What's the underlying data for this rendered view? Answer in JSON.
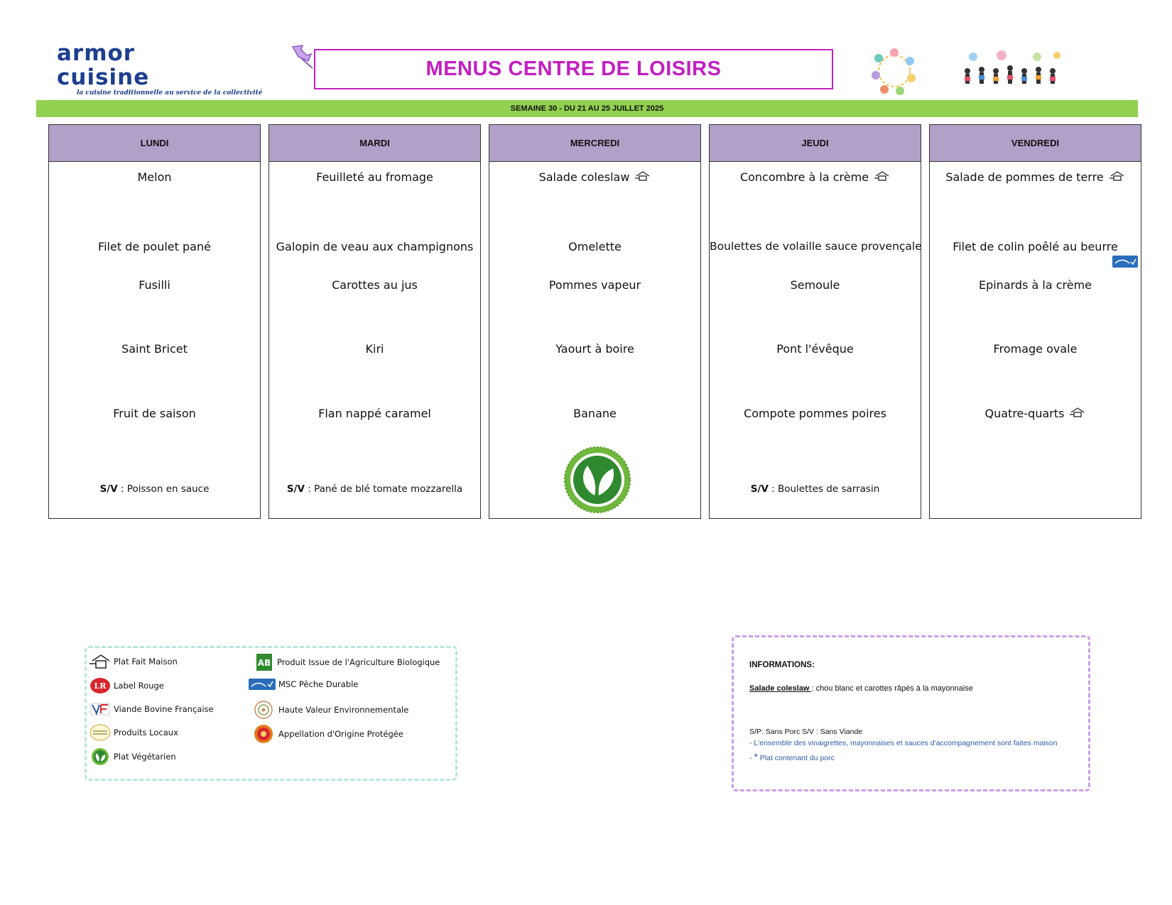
{
  "header": {
    "logo_name": "armor cuisine",
    "logo_tagline": "la cuisine traditionnelle au service de la collectivité",
    "title": "MENUS CENTRE DE LOISIRS",
    "week": "SEMAINE 30  - DU 21 AU 25 JUILLET 2025"
  },
  "colors": {
    "title_magenta": "#c21fc1",
    "week_bar_green": "#92d050",
    "day_header_purple": "#b1a0c7",
    "logo_blue": "#1e3f8e",
    "legend_border": "#b6e7dc",
    "info_border": "#cc9de6"
  },
  "days": [
    {
      "name": "LUNDI",
      "starter": "Melon",
      "main": "Filet de poulet pané",
      "side": "Fusilli",
      "cheese": "Saint Bricet",
      "dessert": "Fruit de saison",
      "alt_label": "S/V",
      "alt_text": " : Poisson en sauce"
    },
    {
      "name": "MARDI",
      "starter": "Feuilleté au fromage",
      "main": "Galopin de veau aux champignons",
      "side": "Carottes au jus",
      "cheese": "Kiri",
      "dessert": "Flan nappé caramel",
      "alt_label": "S/V",
      "alt_text": " : Pané de blé tomate mozzarella"
    },
    {
      "name": "MERCREDI",
      "starter": "Salade coleslaw",
      "main": "Omelette",
      "side": "Pommes vapeur",
      "cheese": "Yaourt à boire",
      "dessert": "Banane",
      "icon": "vegetarian-seal-icon"
    },
    {
      "name": "JEUDI",
      "starter": "Concombre à la crème",
      "main": "Boulettes de volaille sauce provençale",
      "side": "Semoule",
      "cheese": "Pont l'évêque",
      "dessert": "Compote pommes poires",
      "alt_label": "S/V",
      "alt_text": " : Boulettes de sarrasin"
    },
    {
      "name": "VENDREDI",
      "starter": "Salade de pommes de terre",
      "main": "Filet de colin poêlé au beurre",
      "side": "Epinards à la crème",
      "cheese": "Fromage ovale",
      "dessert": "Quatre-quarts",
      "icon": "msc-badge-icon"
    }
  ],
  "legend": {
    "items": [
      {
        "label": "Plat Fait Maison",
        "icon": "homemade-icon"
      },
      {
        "label": "Label Rouge",
        "icon": "label-rouge-icon"
      },
      {
        "label": "Viande Bovine Française",
        "icon": "vbf-icon"
      },
      {
        "label": "Produits Locaux",
        "icon": "local-products-icon"
      },
      {
        "label": "Plat Végétarien",
        "icon": "vegetarian-icon"
      },
      {
        "label": "Produit Issue de l'Agriculture Biologique",
        "icon": "organic-ab-icon"
      },
      {
        "label": "MSC Pêche Durable",
        "icon": "msc-icon"
      },
      {
        "label": "Haute Valeur Environnementale",
        "icon": "hve-icon"
      },
      {
        "label": "Appellation d'Origine Protégée",
        "icon": "aop-icon"
      }
    ]
  },
  "info": {
    "title": "INFORMATIONS:",
    "term": "Salade coleslaw ",
    "term_sep": " :  ",
    "definition": "chou blanc et carottes râpés à la mayonnaise",
    "sp_sv": "S/P: Sans Porc    S/V : Sans Viande",
    "note": "- L'ensemble des vinaigrettes, mayonnaises et sauces d'accompagnement sont faites maison",
    "pork_prefix": "- ",
    "pork_star": "*",
    "pork_text": " Plat contenant du porc"
  }
}
